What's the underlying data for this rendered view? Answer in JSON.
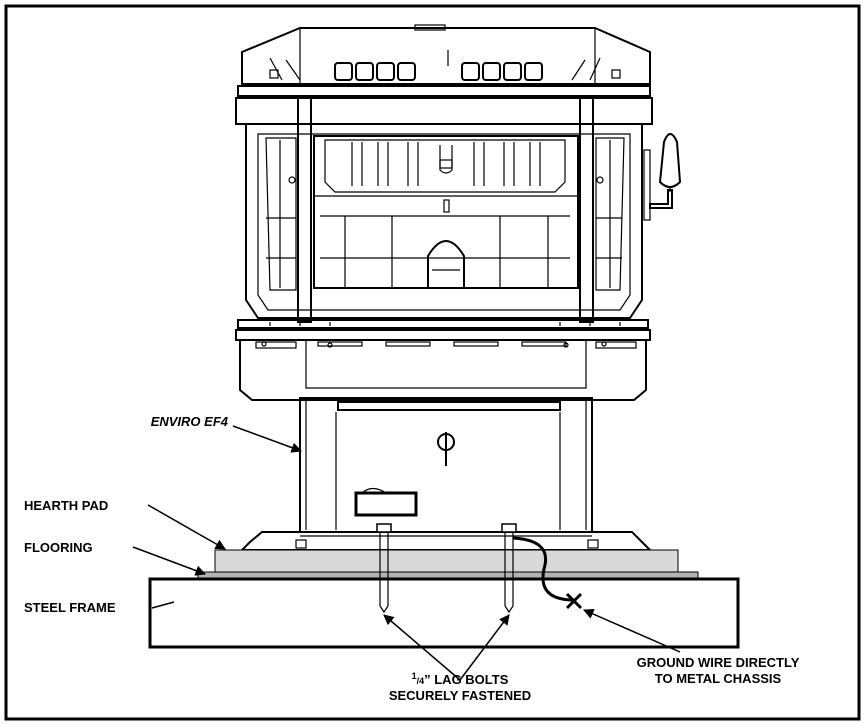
{
  "labels": {
    "model": "ENVIRO EF4",
    "hearth_pad": "HEARTH PAD",
    "flooring": "FLOORING",
    "steel_frame": "STEEL FRAME",
    "lag_sup1": "1",
    "lag_sup2": "/4",
    "lag_line1": "” LAG BOLTS",
    "lag_line2": "SECURELY FASTENED",
    "ground_line1": "GROUND WIRE DIRECTLY",
    "ground_line2": "TO METAL CHASSIS"
  },
  "colors": {
    "line": "#000000",
    "hearth_fill": "#d9d9d9",
    "flooring_fill": "#b3b3b3",
    "background": "#ffffff"
  }
}
